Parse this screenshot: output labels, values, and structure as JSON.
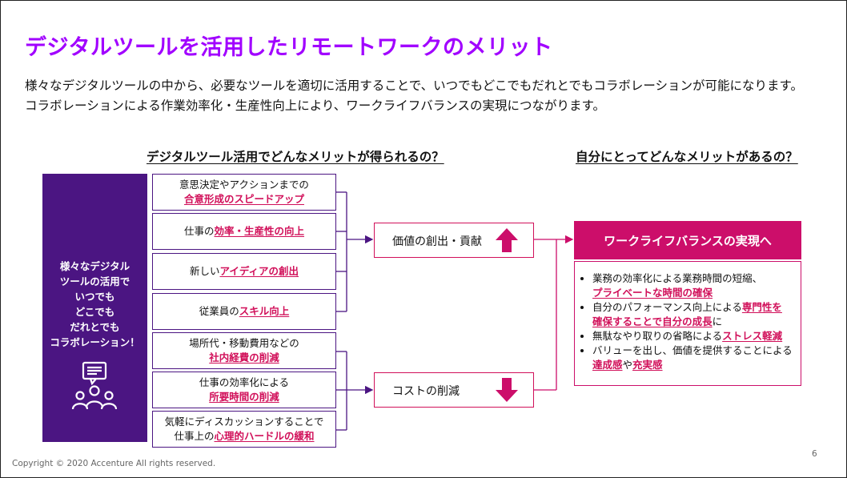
{
  "title": "デジタルツールを活用したリモートワークのメリット",
  "intro": [
    "様々なデジタルツールの中から、必要なツールを適切に活用することで、いつでもどこでもだれとでもコラボレーションが可能になります。",
    "コラボレーションによる作業効率化・生産性向上により、ワークライフバランスの実現につながります。"
  ],
  "left_heading": "デジタルツール活用でどんなメリットが得られるの？",
  "right_heading": "自分にとってどんなメリットがあるの？",
  "left_panel": {
    "lines": [
      "様々なデジタル",
      "ツールの活用で",
      "いつでも",
      "どこでも",
      "だれとでも",
      "コラボレーション！"
    ],
    "icon": "group-chat-icon"
  },
  "merits": {
    "m1": {
      "line1": "意思決定やアクションまでの",
      "hl": "合意形成のスピードアップ"
    },
    "m2": {
      "pre": "仕事の",
      "hl": "効率・生産性の向上"
    },
    "m3": {
      "pre": "新しい",
      "hl": "アイディアの創出"
    },
    "m4": {
      "pre": "従業員の",
      "hl": "スキル向上"
    },
    "m5": {
      "line1": "場所代・移動費用などの",
      "hl": "社内経費の削減"
    },
    "m6": {
      "line1": "仕事の効率化による",
      "hl": "所要時間の削減"
    },
    "m7": {
      "line1": "気軽にディスカッションすることで",
      "pre": "仕事上の",
      "hl": "心理的ハードルの緩和"
    }
  },
  "value_box": {
    "label": "価値の創出・貢献",
    "icon": "arrow-up-icon"
  },
  "cost_box": {
    "label": "コストの削減",
    "icon": "arrow-down-icon"
  },
  "wlb": {
    "title": "ワークライフバランスの実現へ",
    "b1": {
      "line1": "業務の効率化による業務時間の短縮、",
      "hl": "プライベートな時間の確保"
    },
    "b2": {
      "pre": "自分のパフォーマンス向上による",
      "hl1": "専門性を",
      "hl2": "確保することで自分の成長",
      "post": "に"
    },
    "b3": {
      "pre": "無駄なやり取りの省略による",
      "hl": "ストレス軽減"
    },
    "b4": {
      "line1": "バリューを出し、価値を提供することによる",
      "hl1": "達成感",
      "mid": "や",
      "hl2": "充実感"
    }
  },
  "colors": {
    "title": "#a100ff",
    "panel": "#4b1582",
    "accent": "#cc0e6a",
    "highlight": "#d1105a"
  },
  "footer": {
    "copyright": "Copyright © 2020 Accenture All rights reserved.",
    "page": "6"
  }
}
